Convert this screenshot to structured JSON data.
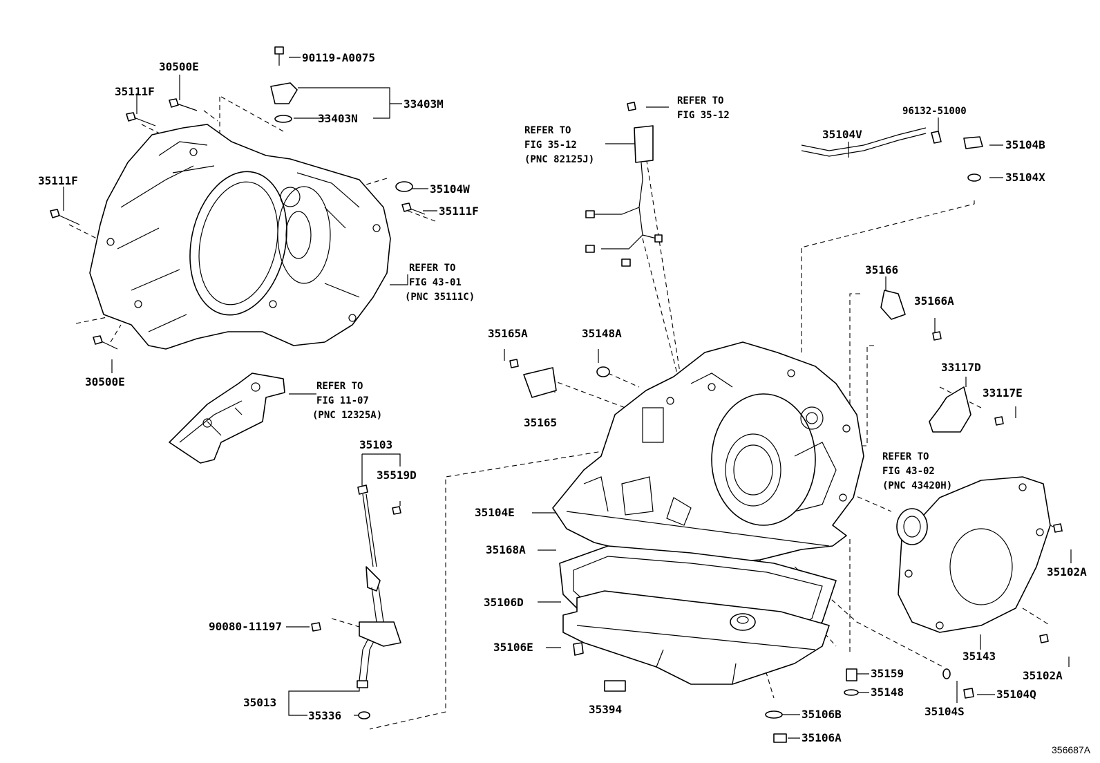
{
  "figure_id": "356687A",
  "callouts": {
    "p90119_A0075": "90119-A0075",
    "p30500E_top": "30500E",
    "p35111F_top": "35111F",
    "p33403M": "33403M",
    "p33403N": "33403N",
    "p35111F_left": "35111F",
    "p35104W": "35104W",
    "p35111F_right": "35111F",
    "p30500E_bottom": "30500E",
    "p35103": "35103",
    "p35519D": "35519D",
    "p90080_11197": "90080-11197",
    "p35013": "35013",
    "p35336": "35336",
    "p35165A": "35165A",
    "p35148A": "35148A",
    "p35165": "35165",
    "p35104E": "35104E",
    "p35168A": "35168A",
    "p35106D": "35106D",
    "p35106E": "35106E",
    "p35394": "35394",
    "p35159": "35159",
    "p35148": "35148",
    "p35106B": "35106B",
    "p35106A": "35106A",
    "p35104S": "35104S",
    "p35104Q": "35104Q",
    "p35143": "35143",
    "p35102A_lower": "35102A",
    "p35102A_upper": "35102A",
    "p35166": "35166",
    "p35166A": "35166A",
    "p33117D": "33117D",
    "p33117E": "33117E",
    "p96132_51000": "96132-51000",
    "p35104V": "35104V",
    "p35104B": "35104B",
    "p35104X": "35104X"
  },
  "references": {
    "fig4301_a": "REFER TO",
    "fig4301_b": "FIG 43-01",
    "fig4301_c": "(PNC 35111C)",
    "fig1107_a": "REFER TO",
    "fig1107_b": "FIG 11-07",
    "fig1107_c": "(PNC 12325A)",
    "fig3512_top_a": "REFER TO",
    "fig3512_top_b": "FIG 35-12",
    "fig3512_left_a": "REFER TO",
    "fig3512_left_b": "FIG 35-12",
    "fig3512_left_c": "(PNC 82125J)",
    "fig4302_a": "REFER TO",
    "fig4302_b": "FIG 43-02",
    "fig4302_c": "(PNC 43420H)"
  }
}
